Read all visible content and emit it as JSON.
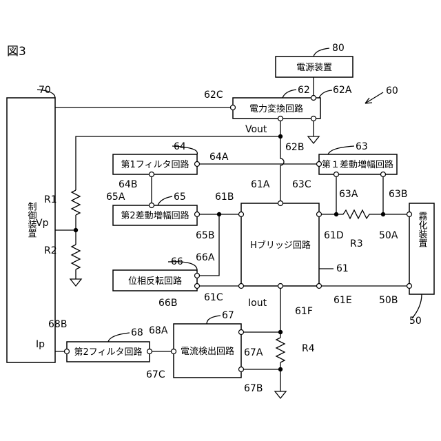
{
  "figure_title": "図3",
  "blocks": {
    "power_supply": "電源装置",
    "power_converter": "電力変換回路",
    "filter1": "第1フィルタ回路",
    "diff_amp1": "第１差動増幅回路",
    "diff_amp2": "第2差動増幅回路",
    "phase_inverter": "位相反転回路",
    "h_bridge": "Hブリッジ回路",
    "current_detector": "電流検出回路",
    "filter2": "第2フィルタ回路",
    "controller": "制御装置",
    "atomizer": "霧化装置"
  },
  "signals": {
    "vout": "Vout",
    "iout": "Iout",
    "vp": "Vp",
    "ip": "Ip"
  },
  "components": {
    "r1": "R1",
    "r2": "R2",
    "r3": "R3",
    "r4": "R4"
  },
  "refs": {
    "r50": "50",
    "r50a": "50A",
    "r50b": "50B",
    "r60": "60",
    "r61": "61",
    "r61a": "61A",
    "r61b": "61B",
    "r61c": "61C",
    "r61d": "61D",
    "r61e": "61E",
    "r61f": "61F",
    "r62": "62",
    "r62a": "62A",
    "r62b": "62B",
    "r62c": "62C",
    "r63": "63",
    "r63a": "63A",
    "r63b": "63B",
    "r63c": "63C",
    "r64": "64",
    "r64a": "64A",
    "r64b": "64B",
    "r65": "65",
    "r65a": "65A",
    "r65b": "65B",
    "r66": "66",
    "r66a": "66A",
    "r66b": "66B",
    "r67": "67",
    "r67a": "67A",
    "r67b": "67B",
    "r67c": "67C",
    "r68": "68",
    "r68a": "68A",
    "r68b": "68B",
    "r70": "70",
    "r80": "80"
  }
}
